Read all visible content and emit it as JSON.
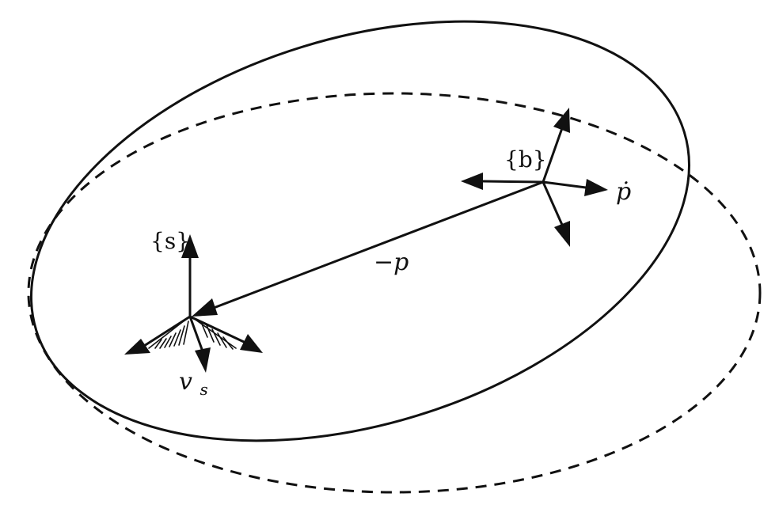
{
  "labels": {
    "space_frame": "{s}",
    "body_frame": "{b}",
    "position_vector": "−p",
    "body_velocity": "ṗ",
    "space_velocity": "v_s",
    "space_velocity_main": "v",
    "space_velocity_sub": "s"
  },
  "colors": {
    "ink": "#111111",
    "background": "#ffffff"
  }
}
